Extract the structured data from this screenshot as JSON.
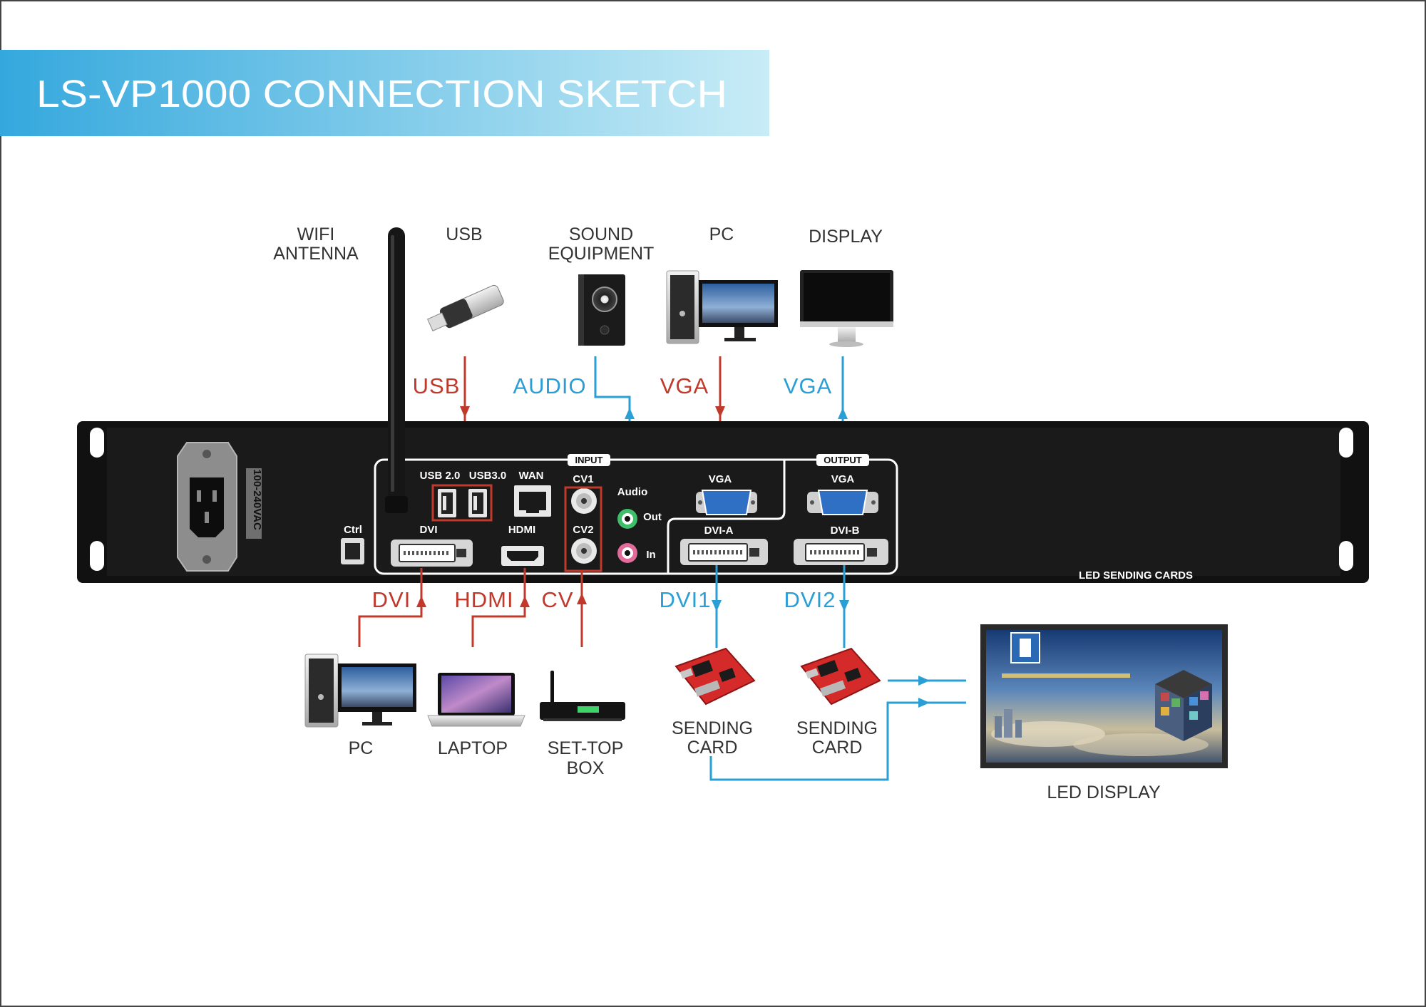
{
  "title": "LS-VP1000 CONNECTION SKETCH",
  "colors": {
    "input_link": "#c0392b",
    "output_link": "#2a9fd6",
    "banner": "#3aaee0",
    "chassis": "#111111"
  },
  "devices": {
    "wifi": [
      "WIFI",
      "ANTENNA"
    ],
    "usb": "USB",
    "sound": [
      "SOUND",
      "EQUIPMENT"
    ],
    "pc_top": "PC",
    "display": "DISPLAY",
    "pc_bottom": "PC",
    "laptop": "LAPTOP",
    "settop": [
      "SET-TOP",
      "BOX"
    ],
    "sending1": [
      "SENDING",
      "CARD"
    ],
    "sending2": [
      "SENDING",
      "CARD"
    ],
    "led_display": "LED DISPLAY"
  },
  "links": {
    "usb": "USB",
    "audio": "AUDIO",
    "vga_in": "VGA",
    "vga_out": "VGA",
    "dvi": "DVI",
    "hdmi": "HDMI",
    "cv": "CV",
    "dvi1": "DVI1",
    "dvi2": "DVI2"
  },
  "panel": {
    "power": "100-240VAC",
    "ctrl": "Ctrl",
    "input": "INPUT",
    "output": "OUTPUT",
    "usb2": "USB 2.0",
    "usb3": "USB3.0",
    "wan": "WAN",
    "cv1": "CV1",
    "cv2": "CV2",
    "audio": "Audio",
    "out": "Out",
    "in": "In",
    "vga_in": "VGA",
    "vga_out": "VGA",
    "dvi": "DVI",
    "hdmi": "HDMI",
    "dvi_a": "DVI-A",
    "dvi_b": "DVI-B",
    "led_sending_cards": "LED SENDING CARDS"
  },
  "icons": [
    "wifi-antenna-icon",
    "usb-stick-icon",
    "speaker-icon",
    "pc-icon",
    "monitor-icon",
    "laptop-icon",
    "set-top-box-icon",
    "sending-card-icon",
    "led-display-icon",
    "power-socket-icon"
  ]
}
